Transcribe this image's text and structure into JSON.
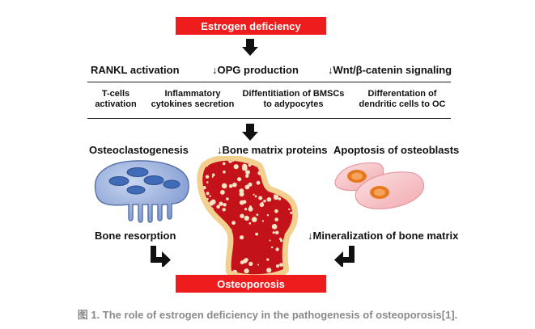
{
  "top_box": "Estrogen deficiency",
  "row1": {
    "rankl": "RANKL activation",
    "opg": "↓OPG production",
    "wnt": "↓Wnt/β-catenin signaling"
  },
  "row2": {
    "tcells_1": "T-cells",
    "tcells_2": "activation",
    "cytokines_1": "Inflammatory",
    "cytokines_2": "cytokines secretion",
    "bmsc_1": "Diffentitiation of BMSCs",
    "bmsc_2": "to adypocytes",
    "dendritic_1": "Differentation of",
    "dendritic_2": "dendritic cells to OC"
  },
  "row3": {
    "osteoclasto": "Osteoclastogenesis",
    "bone_matrix": "↓Bone matrix proteins",
    "apoptosis": "Apoptosis of osteoblasts"
  },
  "row4": {
    "resorption": "Bone resorption",
    "mineralization": "↓Mineralization of bone matrix"
  },
  "bottom_box": "Osteoporosis",
  "caption": "图 1. The role of estrogen deficiency in the pathogenesis of osteoporosis[1].",
  "colors": {
    "red": "#ee1c1c",
    "osteoclast_blue": "#9db3df",
    "bone_red": "#c4121a",
    "bone_halo": "#f3d08f",
    "osteoblast_pink": "#f8c9cc",
    "nucleus_orange": "#e8781e"
  }
}
